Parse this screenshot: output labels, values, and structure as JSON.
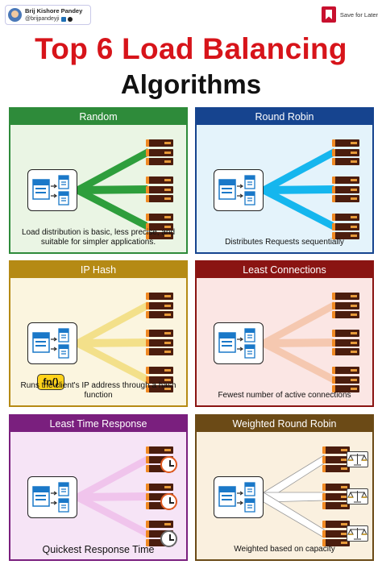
{
  "author": {
    "name": "Brij Kishore Pandey",
    "handle": "@brijpandeyji"
  },
  "save_label": "Save for Later",
  "title": {
    "line1": "Top 6 Load Balancing",
    "line2": "Algorithms"
  },
  "colors": {
    "title_red": "#d7141a"
  },
  "panels": [
    {
      "title": "Random",
      "caption": "Load distribution is basic, less precise, and suitable for simpler applications.",
      "border": "#2e8b3a",
      "header_bg": "#2e8b3a",
      "body_bg": "#eaf5e4",
      "wire": "#2e9e3c"
    },
    {
      "title": "Round Robin",
      "caption": "Distributes Requests sequentially",
      "border": "#16448f",
      "header_bg": "#16448f",
      "body_bg": "#e4f3fb",
      "wire": "#15b6ee"
    },
    {
      "title": "IP Hash",
      "caption": "Runs the client's IP address through a hash function",
      "border": "#b58a14",
      "header_bg": "#b58a14",
      "body_bg": "#fbf5df",
      "wire": "#f3e08a",
      "badge": "fn()"
    },
    {
      "title": "Least Connections",
      "caption": "Fewest number of active connections",
      "border": "#8a1412",
      "header_bg": "#8a1412",
      "body_bg": "#fbe6e4",
      "wire": "#f5c8b0"
    },
    {
      "title": "Least Time Response",
      "caption": "Quickest Response Time",
      "border": "#7a1f7e",
      "header_bg": "#7a1f7e",
      "body_bg": "#f6e4f6",
      "wire": "#f0c4ec"
    },
    {
      "title": "Weighted Round Robin",
      "caption": "Weighted based on capacity",
      "border": "#6b4a16",
      "header_bg": "#6b4a16",
      "body_bg": "#faf0df",
      "wire": "#ffffff"
    }
  ]
}
